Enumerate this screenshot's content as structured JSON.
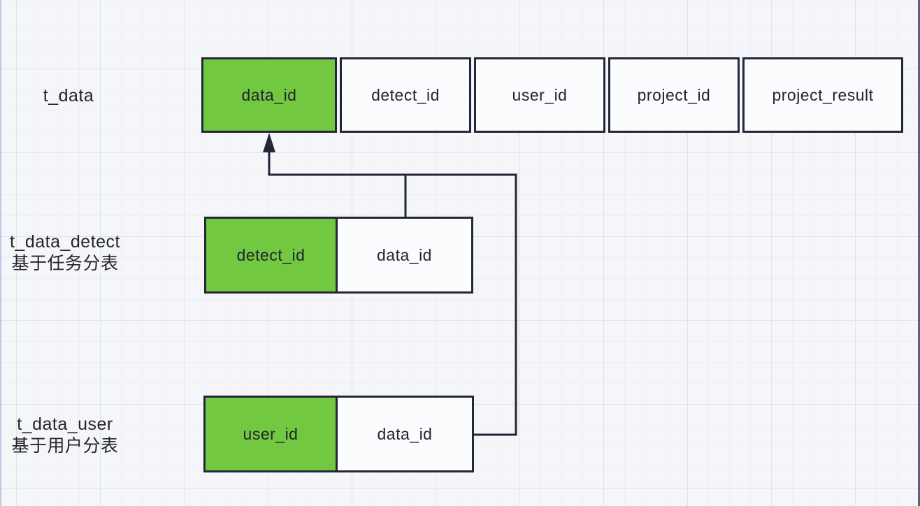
{
  "colors": {
    "canvas_bg": "#f5f6f9",
    "grid_minor": "#edeff4",
    "grid_major": "#e0e3ec",
    "cell_green": "#72c840",
    "cell_white": "#fbfcfe",
    "border_dark": "#26263a",
    "text_dark": "#232430",
    "line_dark": "#26263a"
  },
  "diagram": {
    "type": "database-sharding-diagram",
    "tables": [
      {
        "label": "t_data",
        "sublabel": "",
        "columns": [
          {
            "name": "data_id",
            "highlight": true
          },
          {
            "name": "detect_id",
            "highlight": false
          },
          {
            "name": "user_id",
            "highlight": false
          },
          {
            "name": "project_id",
            "highlight": false
          },
          {
            "name": "project_result",
            "highlight": false
          }
        ]
      },
      {
        "label": "t_data_detect",
        "sublabel": "基于任务分表",
        "columns": [
          {
            "name": "detect_id",
            "highlight": true
          },
          {
            "name": "data_id",
            "highlight": false
          }
        ]
      },
      {
        "label": "t_data_user",
        "sublabel": "基于用户分表",
        "columns": [
          {
            "name": "user_id",
            "highlight": true
          },
          {
            "name": "data_id",
            "highlight": false
          }
        ]
      }
    ],
    "relations": [
      {
        "from": "t_data_detect.data_id",
        "to": "t_data.data_id"
      },
      {
        "from": "t_data_user.data_id",
        "to": "t_data.data_id"
      }
    ]
  }
}
